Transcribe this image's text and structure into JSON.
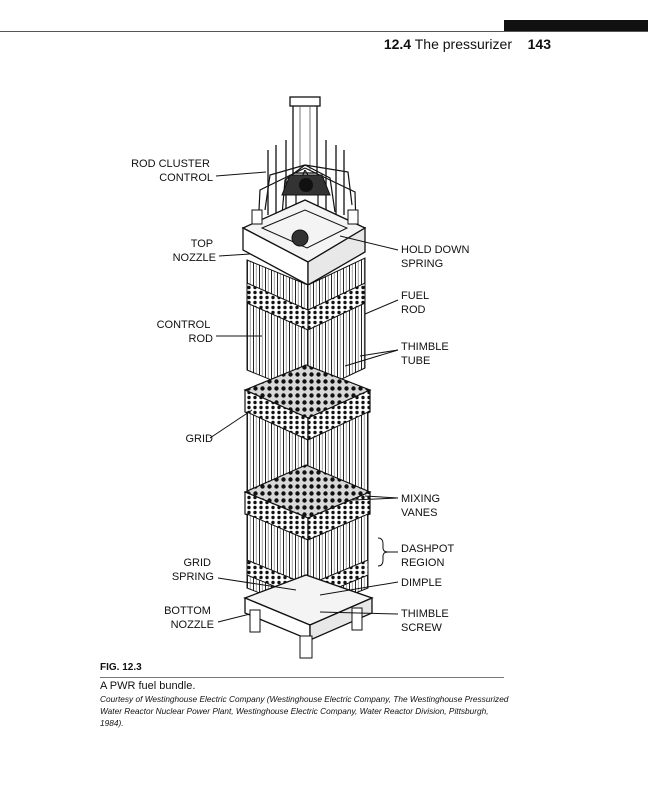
{
  "header": {
    "section_number": "12.4",
    "section_title": "The pressurizer",
    "page_number": "143"
  },
  "figure": {
    "labels": {
      "rod_cluster_control": [
        "ROD CLUSTER",
        "CONTROL"
      ],
      "top_nozzle": [
        "TOP",
        "NOZZLE"
      ],
      "control_rod": [
        "CONTROL",
        "ROD"
      ],
      "grid": [
        "GRID"
      ],
      "grid_spring": [
        "GRID",
        "SPRING"
      ],
      "bottom_nozzle": [
        "BOTTOM",
        "NOZZLE"
      ],
      "hold_down_spring": [
        "HOLD DOWN",
        "SPRING"
      ],
      "fuel_rod": [
        "FUEL",
        "ROD"
      ],
      "thimble_tube": [
        "THIMBLE",
        "TUBE"
      ],
      "mixing_vanes": [
        "MIXING",
        "VANES"
      ],
      "dashpot_region": [
        "DASHPOT",
        "REGION"
      ],
      "dimple": [
        "DIMPLE"
      ],
      "thimble_screw": [
        "THIMBLE",
        "SCREW"
      ]
    },
    "fig_label": "FIG. 12.3",
    "caption": "A PWR fuel bundle.",
    "courtesy": "Courtesy of Westinghouse Electric Company (Westinghouse Electric Company, The Westinghouse Pressurized Water Reactor Nuclear Power Plant, Westinghouse Electric Company, Water Reactor Division, Pittsburgh, 1984)."
  }
}
